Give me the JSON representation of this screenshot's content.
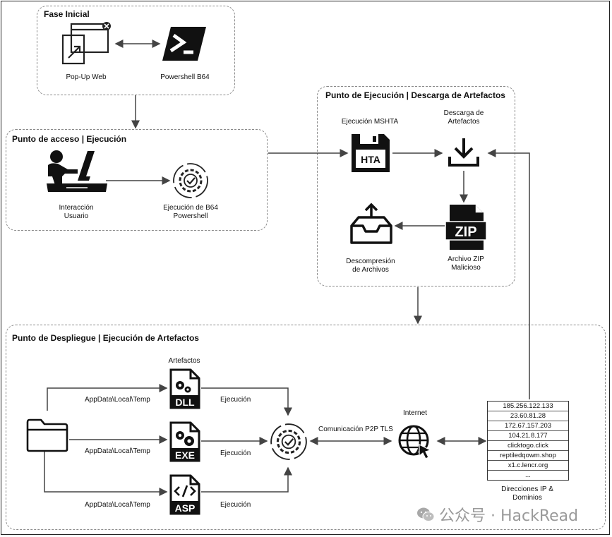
{
  "groups": {
    "fase_inicial": "Fase Inicial",
    "punto_acceso": "Punto de acceso | Ejecución",
    "punto_ejecucion": "Punto de Ejecución | Descarga de Artefactos",
    "punto_despliegue": "Punto de Despliegue | Ejecución de Artefactos"
  },
  "nodes": {
    "popup_web": "Pop-Up Web",
    "powershell_b64": "Powershell B64",
    "interaccion_usuario": "Interacción\nUsuario",
    "ejecucion_b64": "Ejecución de B64\nPowershell",
    "ejecucion_mshta": "Ejecución MSHTA",
    "descarga_artefactos": "Descarga de\nArtefactos",
    "archivo_zip": "Archivo ZIP\nMalicioso",
    "descompresion": "Descompresión\nde Archivos",
    "artefactos": "Artefactos",
    "internet": "Internet",
    "direcciones": "Direcciones IP &\nDominios"
  },
  "icon_text": {
    "hta": "HTA",
    "zip": "ZIP",
    "dll": "DLL",
    "exe": "EXE",
    "asp": "ASP"
  },
  "edges": {
    "path_1": "AppData\\Local\\Temp",
    "path_2": "AppData\\Local\\Temp",
    "path_3": "AppData\\Local\\Temp",
    "exec_1": "Ejecución",
    "exec_2": "Ejecución",
    "exec_3": "Ejecución",
    "comunicacion": "Comunicación P2P TLS"
  },
  "ip_list": [
    "185.256.122.133",
    "23.60.81.28",
    "172.67.157.203",
    "104.21.8.177",
    "clicktogo.click",
    "reptiledqowm.shop",
    "x1.c.lencr.org",
    "..."
  ],
  "watermark": "公众号 · HackRead",
  "colors": {
    "line": "#444444",
    "dashed_border": "#8a8a8a",
    "icon": "#111111"
  }
}
